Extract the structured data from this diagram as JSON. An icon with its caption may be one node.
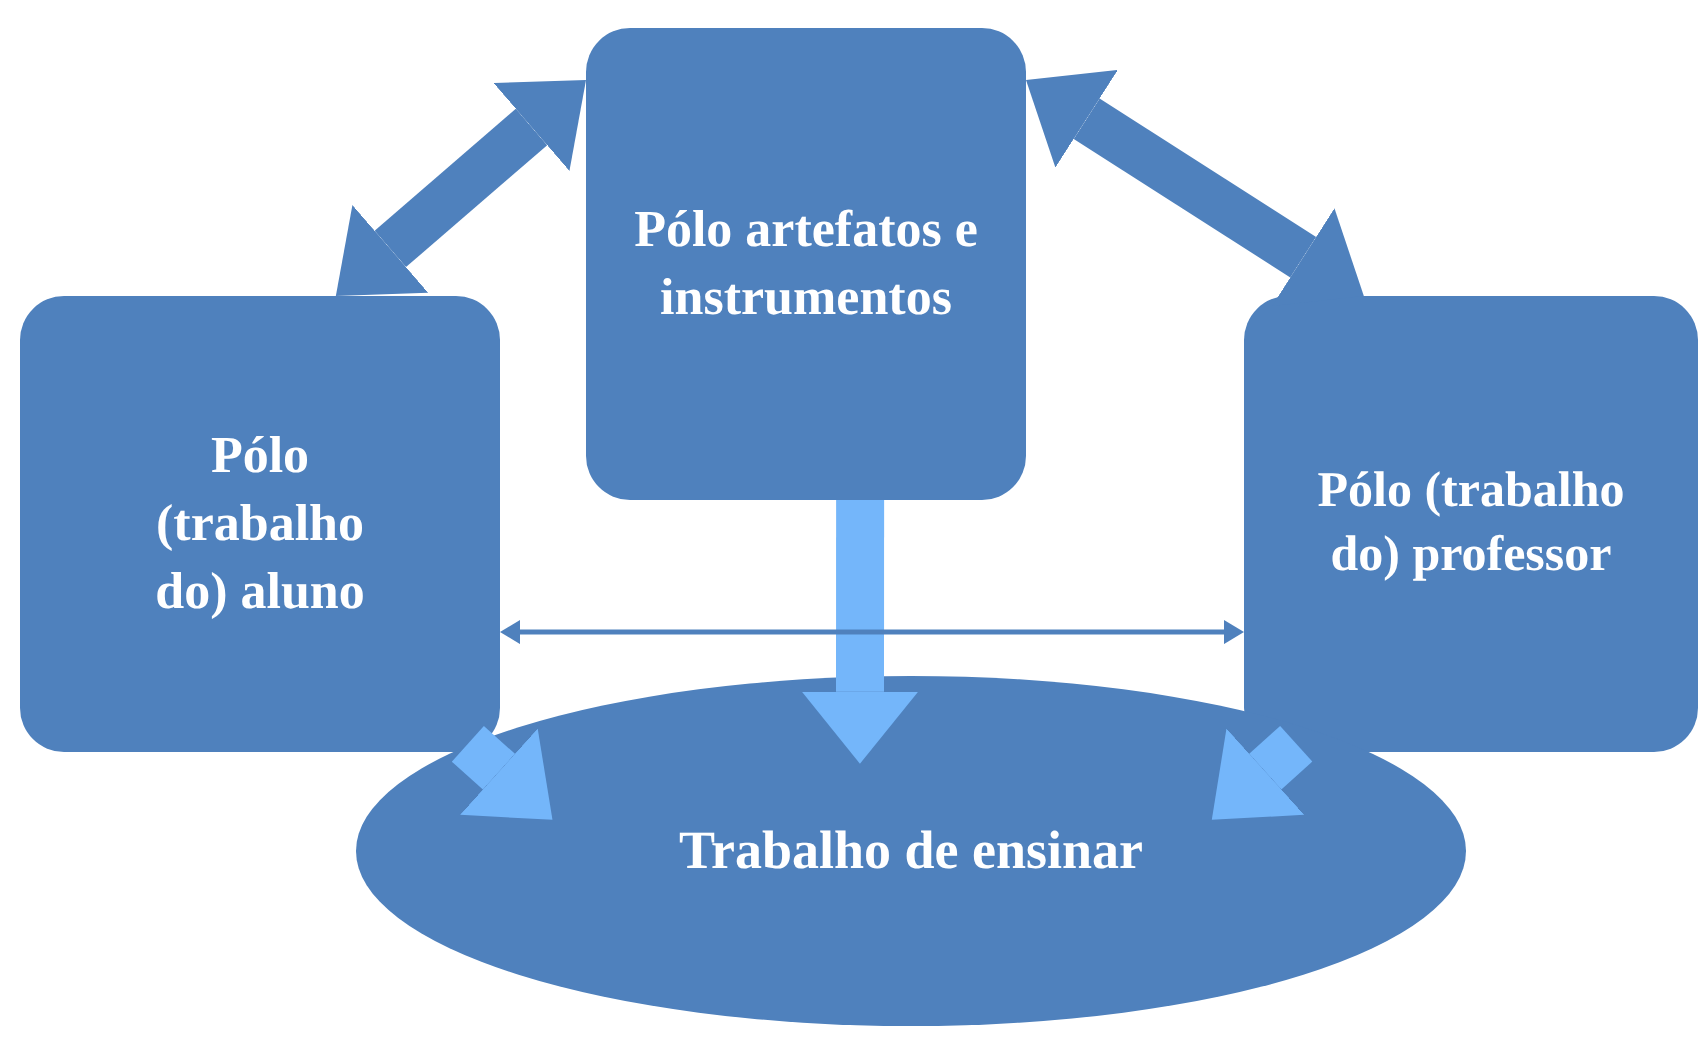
{
  "diagram": {
    "nodes": [
      {
        "text": [
          "Pólo artefatos e instrumentos"
        ]
      },
      {
        "text": [
          "Pólo (trabalho do) aluno"
        ]
      },
      {
        "text": [
          "Pólo (trabalho do) professor"
        ]
      },
      {
        "text": [
          "Trabalho de ensinar"
        ]
      }
    ],
    "edges": [
      {
        "from": 0,
        "to": 1,
        "arrow": "both",
        "color": "#4f81bd"
      },
      {
        "from": 0,
        "to": 2,
        "arrow": "both",
        "color": "#4f81bd"
      },
      {
        "from": 0,
        "to": 3,
        "arrow": "to",
        "color": "#74b6fa"
      },
      {
        "from": 1,
        "to": 3,
        "arrow": "to",
        "color": "#74b6fa"
      },
      {
        "from": 2,
        "to": 3,
        "arrow": "to",
        "color": "#74b6fa"
      },
      {
        "from": 1,
        "to": 2,
        "arrow": "both",
        "color": "#4f81bd"
      }
    ]
  }
}
